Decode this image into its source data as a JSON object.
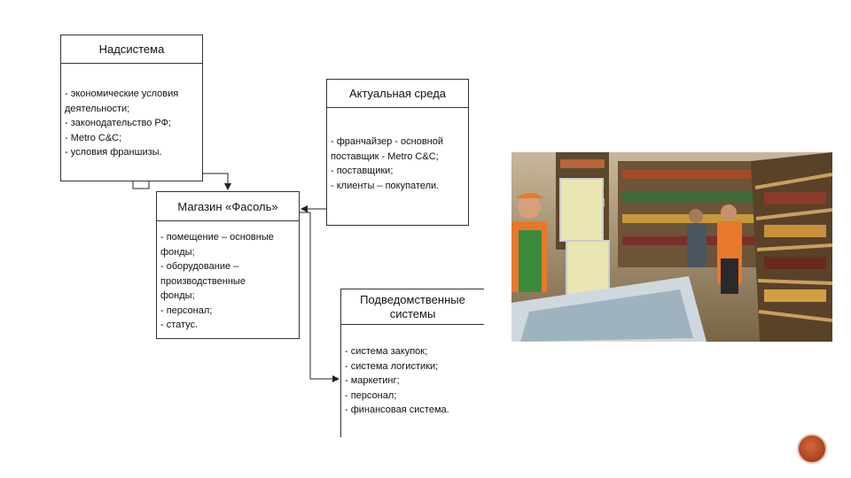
{
  "diagram": {
    "nadsistema": {
      "title": "Надсистема",
      "lines": [
        "- экономические условия",
        "деятельности;",
        "- законодательство РФ;",
        "- Metro C&C;",
        "- условия франшизы."
      ]
    },
    "aktualnaya_sreda": {
      "title": "Актуальная среда",
      "lines": [
        "- франчайзер - основной",
        "поставщик - Metro C&C;",
        "- поставщики;",
        "- клиенты – покупатели."
      ]
    },
    "magazin": {
      "title": "Магазин «Фасоль»",
      "lines": [
        "- помещение – основные",
        "фонды;",
        "- оборудование –",
        "производственные",
        "фонды;",
        "- персонал;",
        "- статус."
      ]
    },
    "podvedomstvennye": {
      "title_line1": "Подведомственные",
      "title_line2": "системы",
      "lines": [
        "- система закупок;",
        "- система логистики;",
        "- маркетинг;",
        "- персонал;",
        "- финансовая система."
      ]
    }
  },
  "colors": {
    "logo": "#b84a22",
    "photo_shirt": "#e8782a"
  }
}
